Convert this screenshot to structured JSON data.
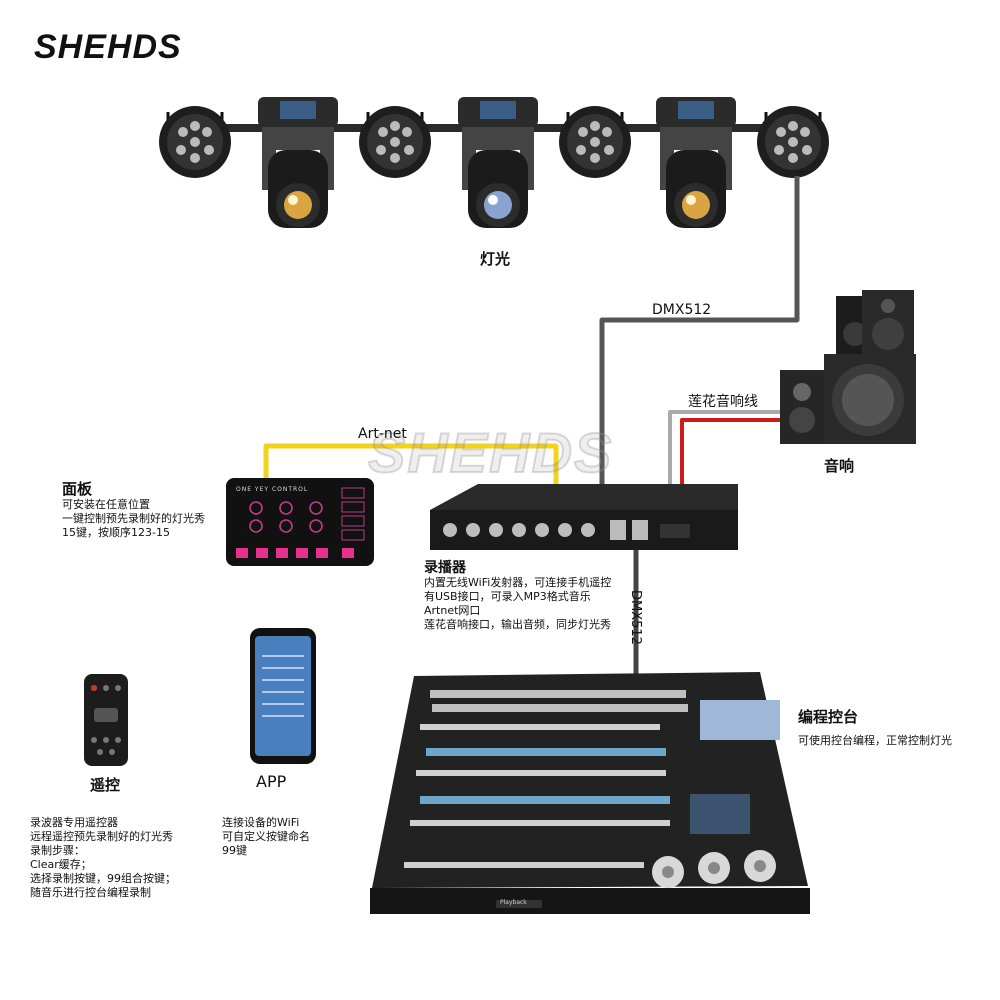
{
  "brand": {
    "logo_text": "SHEHDS",
    "watermark_text": "SHEHDS"
  },
  "lights": {
    "label": "灯光"
  },
  "cables": {
    "dmx_top": "DMX512",
    "dmx_vertical": "DMX512",
    "art_net": "Art-net",
    "lotus_audio": "莲花音响线"
  },
  "speaker": {
    "label": "音响"
  },
  "panel": {
    "title": "面板",
    "desc": [
      "可安装在任意位置",
      "一键控制预先录制好的灯光秀",
      "15键，按顺序123-15"
    ],
    "screen_title": "ONE YEY CONTROL"
  },
  "recorder": {
    "title": "录播器",
    "desc": [
      "内置无线WiFi发射器，可连接手机遥控",
      "有USB接口，可录入MP3格式音乐",
      "Artnet网口",
      "莲花音响接口，输出音频，同步灯光秀"
    ]
  },
  "app": {
    "label": "APP",
    "desc": [
      "连接设备的WiFi",
      "可自定义按键命名",
      "99键"
    ]
  },
  "remote": {
    "label": "遥控",
    "desc": [
      "录波器专用遥控器",
      "远程遥控预先录制好的灯光秀",
      "录制步骤：",
      "Clear缓存；",
      "选择录制按键，99组合按键；",
      "随音乐进行控台编程录制"
    ]
  },
  "console": {
    "title": "编程控台",
    "desc": "可使用控台编程，正常控制灯光",
    "playback_label": "Playback"
  },
  "colors": {
    "cable_gray": "#555555",
    "cable_yellow": "#f2d21b",
    "cable_red": "#d11a1a",
    "console_dark": "#222222"
  }
}
